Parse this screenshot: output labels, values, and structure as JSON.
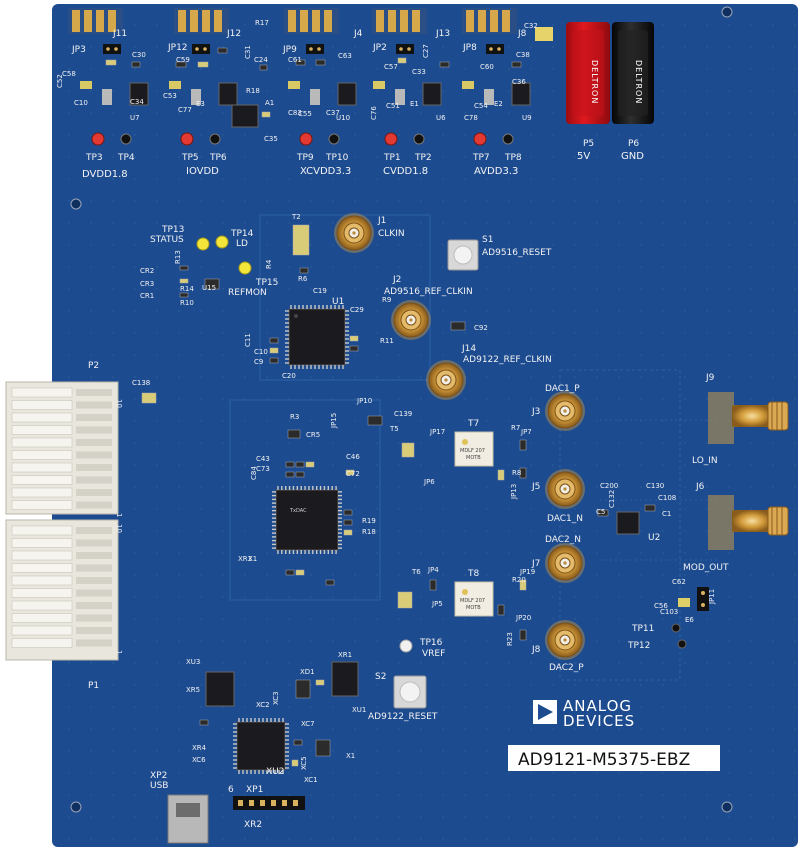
{
  "board": {
    "part_number": "AD9121-M5375-EBZ",
    "brand": {
      "line1": "ANALOG",
      "line2": "DEVICES"
    },
    "colors": {
      "pcb": "#1d4b8f",
      "pcb_dark": "#163b73",
      "gold": "#d7a84a",
      "silk": "#f2f2f2",
      "red_jack": "#d8141a",
      "black_jack": "#1a1a1a",
      "yellow_led": "#f3e53a",
      "red_tp": "#e23a32",
      "connector": "#e8e6e0"
    }
  },
  "power": {
    "rails": [
      "DVDD1.8",
      "IOVDD",
      "XCVDD3.3",
      "CVDD1.8",
      "AVDD3.3"
    ],
    "jacks": [
      {
        "ref": "P5",
        "label": "5V",
        "brand": "DELTRON"
      },
      {
        "ref": "P6",
        "label": "GND",
        "brand": "DELTRON"
      }
    ]
  },
  "connectors": {
    "headers_top": [
      "J11",
      "J12",
      "J4",
      "J13",
      "J8"
    ],
    "jumpers_top": [
      "JP3",
      "JP12",
      "JP9",
      "JP2",
      "JP8"
    ],
    "sma_left": [
      {
        "ref": "J1",
        "label": "CLKIN"
      },
      {
        "ref": "J2",
        "label": "AD9516_REF_CLKIN"
      },
      {
        "ref": "J14",
        "label": "AD9122_REF_CLKIN"
      }
    ],
    "sma_dac": [
      {
        "ref": "J3",
        "label": "DAC1_P"
      },
      {
        "ref": "J5",
        "label": "DAC1_N"
      },
      {
        "ref": "J7",
        "label": "DAC2_N"
      },
      {
        "ref": "J8",
        "label": "DAC2_P"
      }
    ],
    "sma_edge": [
      {
        "ref": "J9",
        "label": "LO_IN"
      },
      {
        "ref": "J6",
        "label": "MOD_OUT"
      }
    ],
    "edge": [
      {
        "ref": "P2",
        "pin_top": "10",
        "pin_bottom": "1"
      },
      {
        "ref": "P1",
        "pin_top": "10",
        "pin_bottom": "1"
      }
    ],
    "usb": {
      "ref": "XP2",
      "label": "USB"
    },
    "header_bottom": {
      "ref": "XP1",
      "sub": "XR2",
      "pin": "6"
    }
  },
  "buttons": [
    {
      "ref": "S1",
      "label": "AD9516_RESET"
    },
    {
      "ref": "S2",
      "label": "AD9122_RESET"
    }
  ],
  "indicators": [
    {
      "ref": "TP13",
      "label": "STATUS"
    },
    {
      "ref": "TP14",
      "label": "LD"
    },
    {
      "ref": "TP15",
      "label": "REFMON"
    },
    {
      "ref": "TP16",
      "label": "VREF"
    }
  ],
  "testpoints": {
    "top_pairs": [
      [
        "TP3",
        "TP4"
      ],
      [
        "TP5",
        "TP6"
      ],
      [
        "TP9",
        "TP10"
      ],
      [
        "TP1",
        "TP2"
      ],
      [
        "TP7",
        "TP8"
      ]
    ],
    "right": [
      "TP11",
      "TP12"
    ]
  },
  "chips": {
    "u1": {
      "ref": "U1",
      "mark": ""
    },
    "u_fpga": {
      "ref": "",
      "mark": "TxDAC"
    },
    "xu2": {
      "ref": "XU2"
    },
    "u2": {
      "ref": "U2"
    },
    "t7": {
      "ref": "T7",
      "mark1": "MDLF 207",
      "mark2": "MOTB"
    },
    "t8": {
      "ref": "T8",
      "mark1": "MDLF 207",
      "mark2": "MOTB"
    }
  },
  "refdes": {
    "regs": [
      "U7",
      "E3",
      "U10",
      "E1",
      "U6",
      "E2",
      "U9"
    ],
    "misc": [
      "R17",
      "C24",
      "A1",
      "C31",
      "R18",
      "C35",
      "C59",
      "C61",
      "C63",
      "C57",
      "C27",
      "C60",
      "C36",
      "C38",
      "C32",
      "C30",
      "C58",
      "C52",
      "C53",
      "C77",
      "C10",
      "C83",
      "C55",
      "C37",
      "C76",
      "C51",
      "C33",
      "C78",
      "C54",
      "C34",
      "T2",
      "R4",
      "C19",
      "R6",
      "U15",
      "CR2",
      "CR3",
      "CR1",
      "R13",
      "R14",
      "R10",
      "C29",
      "R9",
      "R11",
      "C92",
      "C11",
      "C10",
      "C9",
      "C20",
      "C138",
      "R3",
      "CR5",
      "JP15",
      "JP10",
      "C139",
      "T5",
      "JP17",
      "C43",
      "C73",
      "C84",
      "C46",
      "C72",
      "X1",
      "R19",
      "R18",
      "JP6",
      "JP13",
      "R8",
      "JP7",
      "R7",
      "C200",
      "C130",
      "C108",
      "C132",
      "C1",
      "C5",
      "C62",
      "C56",
      "C103",
      "E6",
      "JP11",
      "T6",
      "JP4",
      "JP5",
      "JP19",
      "R20",
      "JP20",
      "R23",
      "XU3",
      "XR5",
      "XD1",
      "XR1",
      "XU1",
      "XC2",
      "XC3",
      "XR4",
      "XC6",
      "XC7",
      "XR3",
      "X1",
      "XC1",
      "XC5",
      "XC4"
    ]
  }
}
